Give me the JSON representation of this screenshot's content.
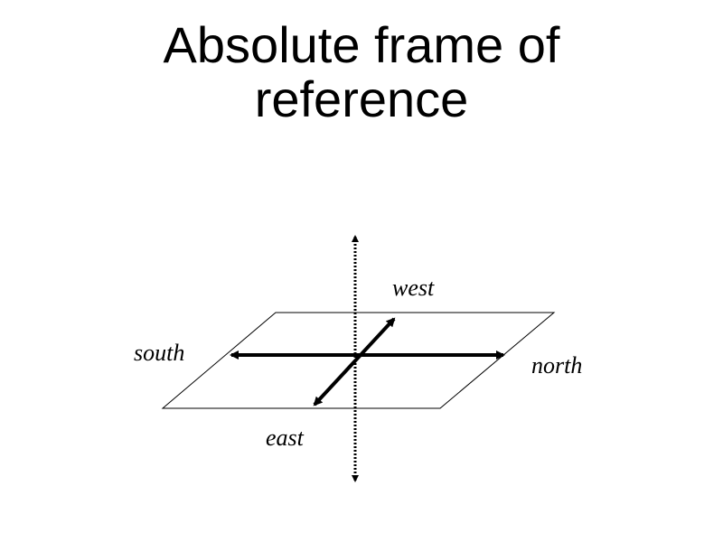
{
  "title": {
    "line1": "Absolute frame of",
    "line2": "reference"
  },
  "labels": {
    "west": "west",
    "south": "south",
    "north": "north",
    "east": "east"
  },
  "colors": {
    "ink": "#000000",
    "background": "#ffffff"
  }
}
